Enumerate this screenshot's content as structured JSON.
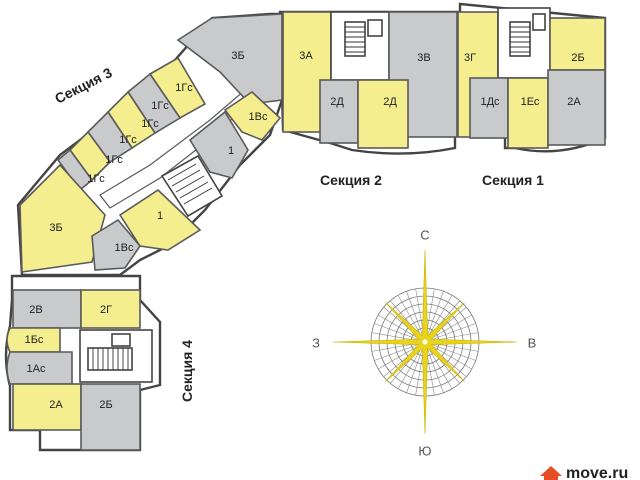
{
  "sections": {
    "s1": "Секция 1",
    "s2": "Секция 2",
    "s3": "Секция 3",
    "s4": "Секция 4"
  },
  "compass": {
    "north": "С",
    "south": "Ю",
    "west": "З",
    "east": "В",
    "ray_color": "#e8d41c",
    "ring_color": "#777777"
  },
  "apartment_colors": {
    "yellow": "#f5ee8e",
    "gray": "#c9cacc"
  },
  "apartments": {
    "s1": {
      "a1": "3Г",
      "a2": "2Б",
      "a3": "1Дс",
      "a4": "1Ес",
      "a5": "2А"
    },
    "s2": {
      "a1": "3А",
      "a2": "3В",
      "a3": "2Д",
      "a4": "2Д"
    },
    "s3": {
      "a1": "3Б",
      "a2": "1Гс",
      "a3": "1Гс",
      "a4": "1Гс",
      "a5": "1Гс",
      "a6": "1Гс",
      "a7": "1Гс",
      "a8": "1Вс",
      "a9": "1",
      "a10": "1",
      "a11": "3Б",
      "a12": "1Вс"
    },
    "s4": {
      "a1": "2В",
      "a2": "2Г",
      "a3": "1Бс",
      "a4": "1Ас",
      "a5": "2А",
      "a6": "2Б"
    }
  },
  "watermark": {
    "text": "move.ru",
    "logo": "house-logo-icon"
  }
}
